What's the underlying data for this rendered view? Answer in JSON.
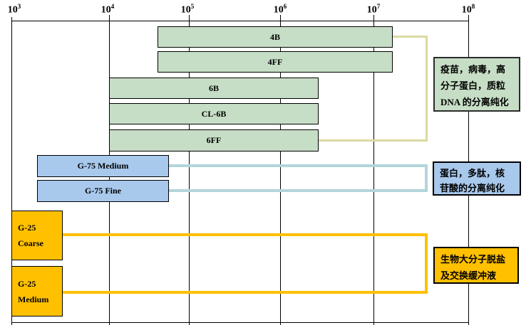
{
  "axis": {
    "labels": [
      {
        "base": "10",
        "exp": "3"
      },
      {
        "base": "10",
        "exp": "4"
      },
      {
        "base": "10",
        "exp": "5"
      },
      {
        "base": "10",
        "exp": "6"
      },
      {
        "base": "10",
        "exp": "7"
      },
      {
        "base": "10",
        "exp": "8"
      }
    ]
  },
  "notes": [
    {
      "lines": [
        "疫苗，病毒，高",
        "分子蛋白，质粒",
        "DNA 的分离纯化"
      ],
      "applies_to": [
        "4B",
        "4FF",
        "6B",
        "CL-6B",
        "6FF"
      ],
      "color": "#C7DEC6"
    },
    {
      "lines": [
        "蛋白，多肽，核",
        "苷酸的分离纯化"
      ],
      "applies_to": [
        "G-75 Medium",
        "G-75 Fine"
      ],
      "color": "#A8C8EC"
    },
    {
      "lines": [
        "生物大分子脱盐",
        "及交换缓冲液"
      ],
      "applies_to": [
        "G-25 Coarse",
        "G-25 Medium"
      ],
      "color": "#FFC000"
    }
  ],
  "colors": {
    "bar_green": "#C7DEC6",
    "bar_blue": "#A8C8EC",
    "bar_yellow": "#FFC000",
    "bracket_tan": "#DCD9A2",
    "bracket_teal": "#B3D5DA",
    "bracket_yellow": "#FFC000",
    "line": "#000000"
  },
  "chart_data": {
    "type": "bar",
    "orientation": "horizontal-range",
    "x_scale": "log10",
    "x_range": [
      1000,
      100000000
    ],
    "x_tick_labels": [
      "10^3",
      "10^4",
      "10^5",
      "10^6",
      "10^7",
      "10^8"
    ],
    "grid": true,
    "series": [
      {
        "name": "4B",
        "mw_range": [
          40000,
          16000000
        ],
        "color": "#C7DEC6"
      },
      {
        "name": "4FF",
        "mw_range": [
          40000,
          16000000
        ],
        "color": "#C7DEC6"
      },
      {
        "name": "6B",
        "mw_range": [
          10000,
          2500000
        ],
        "color": "#C7DEC6"
      },
      {
        "name": "CL-6B",
        "mw_range": [
          10000,
          2500000
        ],
        "color": "#C7DEC6"
      },
      {
        "name": "6FF",
        "mw_range": [
          10000,
          2500000
        ],
        "color": "#C7DEC6"
      },
      {
        "name": "G-75 Medium",
        "mw_range": [
          2000,
          50000
        ],
        "color": "#A8C8EC"
      },
      {
        "name": "G-75 Fine",
        "mw_range": [
          2000,
          50000
        ],
        "color": "#A8C8EC"
      },
      {
        "name": "G-25 Coarse",
        "line1": "G-25",
        "line2": "Coarse",
        "mw_range": [
          1000,
          3500
        ],
        "color": "#FFC000"
      },
      {
        "name": "G-25 Medium",
        "line1": "G-25",
        "line2": "Medium",
        "mw_range": [
          1000,
          3500
        ],
        "color": "#FFC000"
      }
    ],
    "annotations": [
      "疫苗，病毒，高分子蛋白，质粒DNA 的分离纯化",
      "蛋白，多肽，核苷酸的分离纯化",
      "生物大分子脱盐及交换缓冲液"
    ],
    "legend_position": "right"
  }
}
